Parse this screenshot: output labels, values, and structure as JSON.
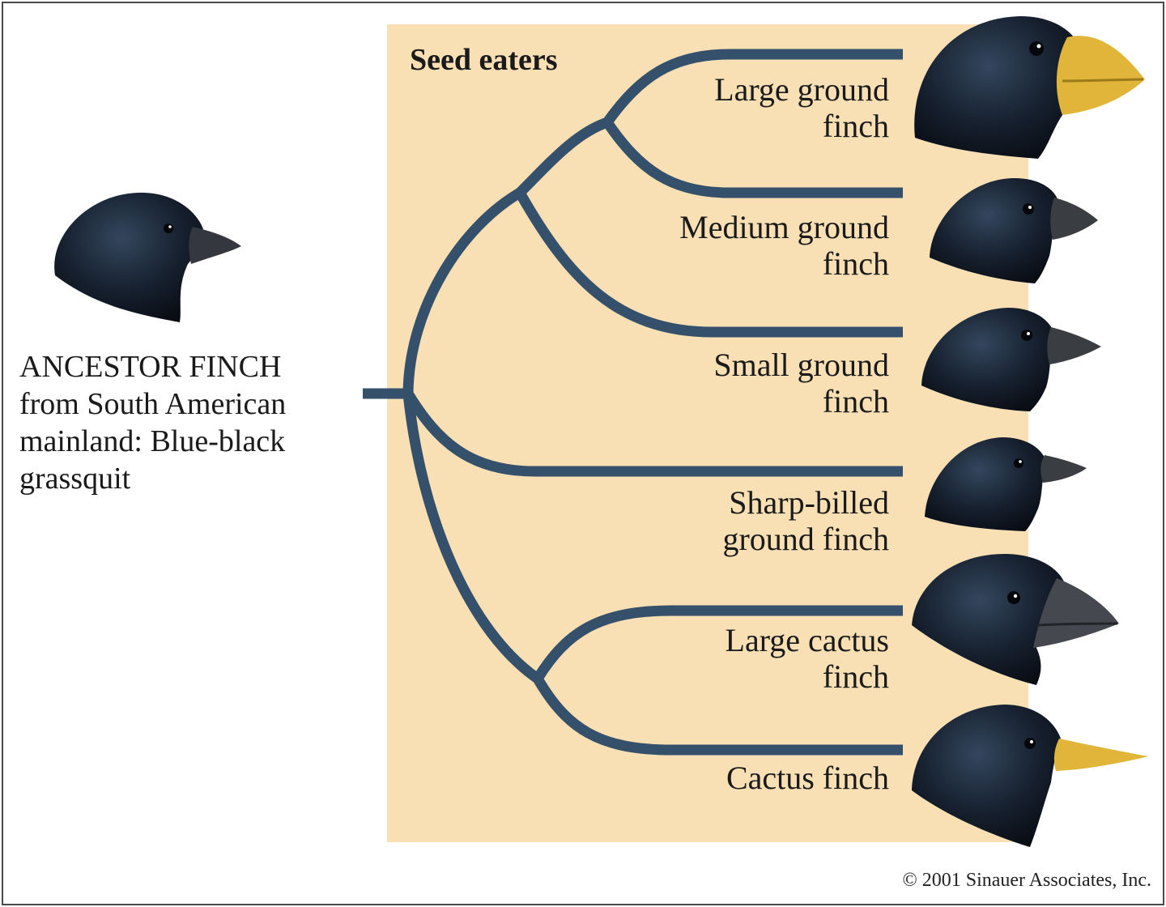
{
  "panel_title": "Seed eaters",
  "ancestor": {
    "lines": [
      "ANCESTOR FINCH",
      "from  South American",
      "mainland: Blue-black",
      "grassquit"
    ],
    "icon": "ancestor-finch-head-icon"
  },
  "species": [
    {
      "lines": [
        "Large ground",
        "finch"
      ],
      "icon": "large-ground-finch-head-icon",
      "beak_color": "#e0b53a"
    },
    {
      "lines": [
        "Medium ground",
        "finch"
      ],
      "icon": "medium-ground-finch-head-icon",
      "beak_color": "#3a3d42"
    },
    {
      "lines": [
        "Small ground",
        "finch"
      ],
      "icon": "small-ground-finch-head-icon",
      "beak_color": "#3a3d42"
    },
    {
      "lines": [
        "Sharp-billed",
        "ground finch"
      ],
      "icon": "sharp-billed-ground-finch-head-icon",
      "beak_color": "#3a3d42"
    },
    {
      "lines": [
        "Large cactus",
        "finch"
      ],
      "icon": "large-cactus-finch-head-icon",
      "beak_color": "#3a3d42"
    },
    {
      "lines": [
        "Cactus finch"
      ],
      "icon": "cactus-finch-head-icon",
      "beak_color": "#e0b53a"
    }
  ],
  "credit": "© 2001 Sinauer Associates, Inc.",
  "colors": {
    "panel": "#f8dfb4",
    "tree": "#34506a",
    "feather": "#121a26"
  }
}
